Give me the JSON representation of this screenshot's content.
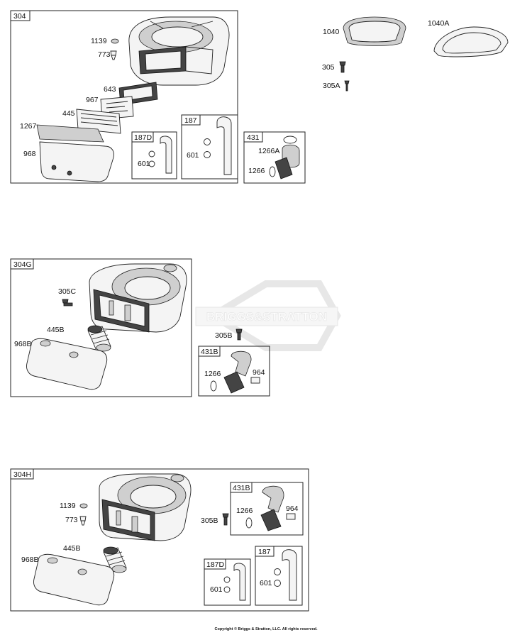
{
  "groups": {
    "g304": "304",
    "g187d_a": "187D",
    "g187_a": "187",
    "g431": "431",
    "g304g": "304G",
    "g431b_a": "431B",
    "g304h": "304H",
    "g431b_b": "431B",
    "g187d_b": "187D",
    "g187_b": "187"
  },
  "parts": {
    "p1139_a": "1139",
    "p773_a": "773",
    "p643": "643",
    "p967": "967",
    "p445": "445",
    "p1267": "1267",
    "p968": "968",
    "p601_a": "601",
    "p601_b": "601",
    "p1266a": "1266A",
    "p1266_a": "1266",
    "p1040": "1040",
    "p1040a": "1040A",
    "p305": "305",
    "p305a": "305A",
    "p305c": "305C",
    "p445b_a": "445B",
    "p968b_a": "968B",
    "p305b_a": "305B",
    "p1266_b": "1266",
    "p964_a": "964",
    "p1139_b": "1139",
    "p773_b": "773",
    "p305b_b": "305B",
    "p1266_c": "1266",
    "p964_b": "964",
    "p445b_b": "445B",
    "p968b_b": "968B",
    "p601_c": "601",
    "p601_d": "601"
  },
  "watermark": "BRIGGS&STRATTON",
  "copyright": "Copyright © Briggs & Stratton, LLC. All rights reserved."
}
